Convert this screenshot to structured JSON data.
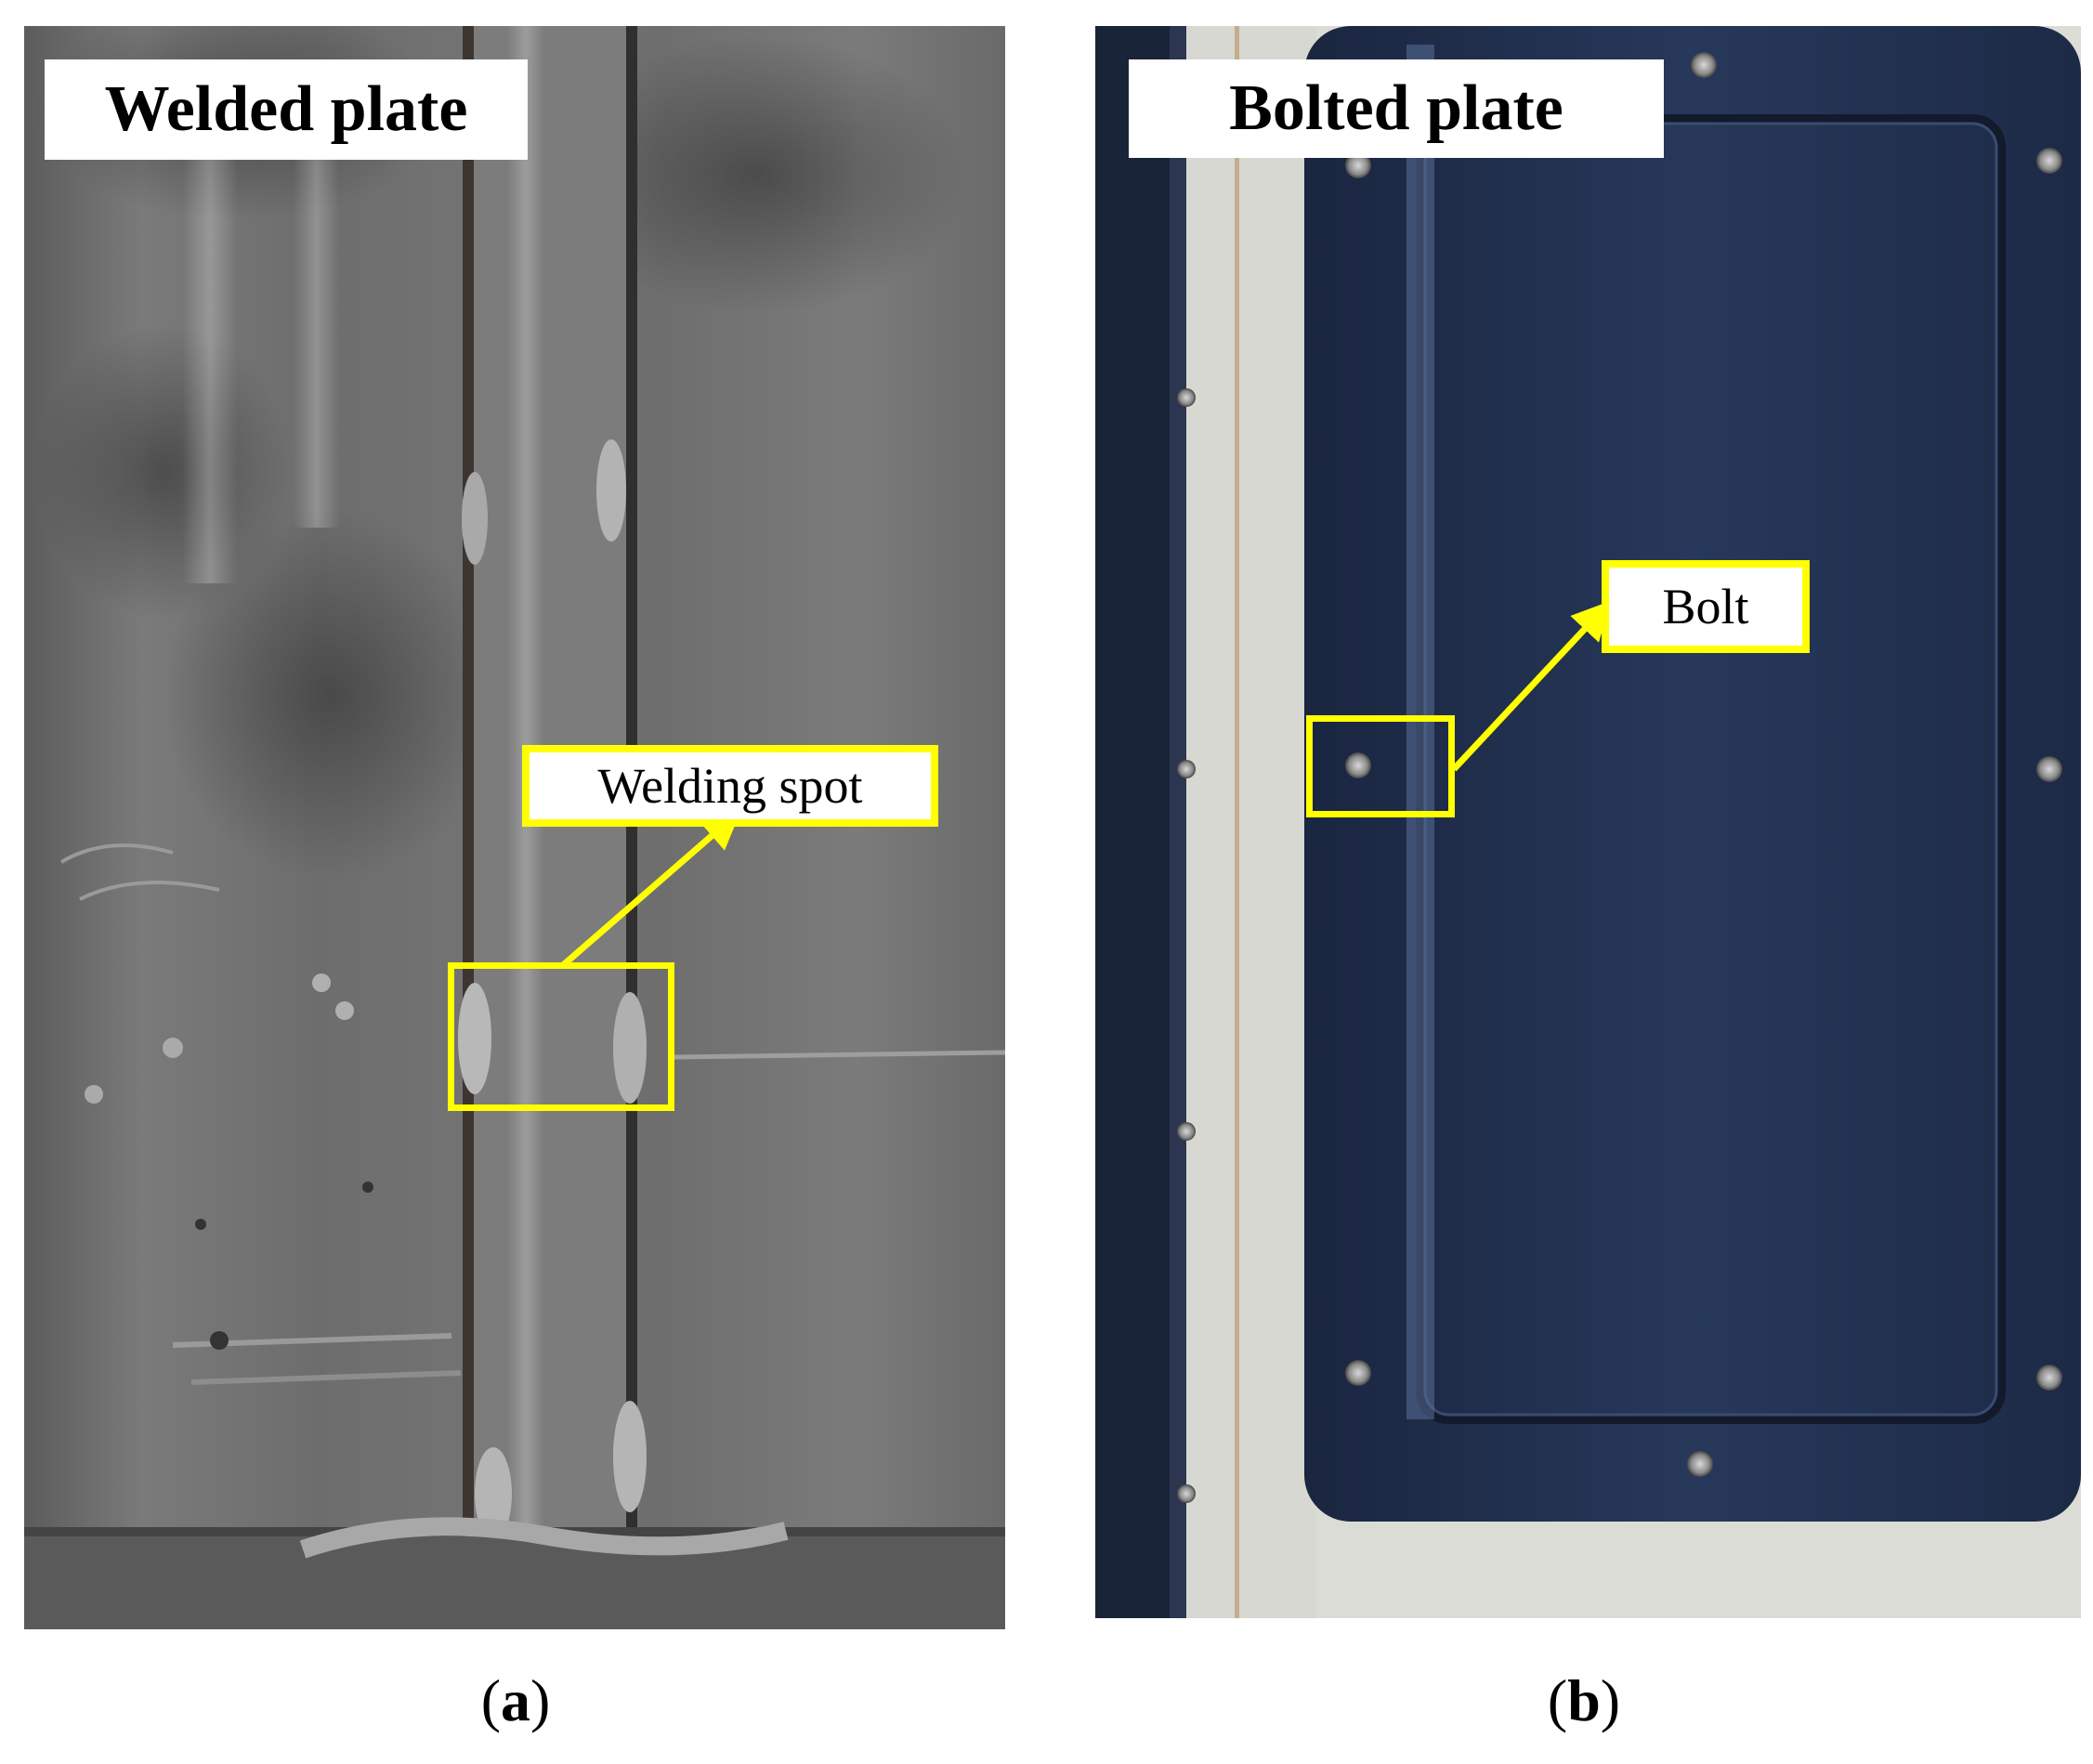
{
  "panels": [
    {
      "id": "a",
      "title": "Welded plate",
      "callout": "Welding spot",
      "caption_letter": "a"
    },
    {
      "id": "b",
      "title": "Bolted plate",
      "callout": "Bolt",
      "caption_letter": "b"
    }
  ],
  "colors": {
    "highlight": "#ffff00",
    "welded_plate_gray": "#707070",
    "bolted_plate_navy": "#1d2b45",
    "wall_white": "#d8d8d2"
  }
}
